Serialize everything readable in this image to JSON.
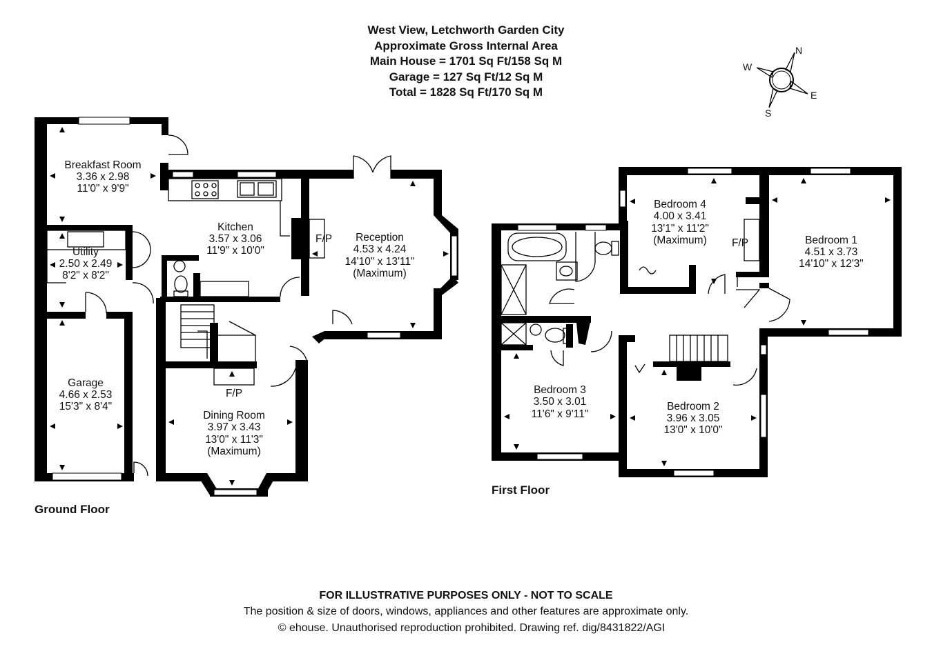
{
  "header": {
    "title": "West View, Letchworth Garden City",
    "subtitle": "Approximate Gross Internal Area",
    "main_house": "Main House = 1701 Sq Ft/158 Sq M",
    "garage": "Garage = 127 Sq Ft/12 Sq M",
    "total": "Total = 1828 Sq Ft/170 Sq M"
  },
  "compass": {
    "n": "N",
    "e": "E",
    "s": "S",
    "w": "W"
  },
  "ground_floor": {
    "label": "Ground Floor",
    "breakfast": {
      "name": "Breakfast Room",
      "metric": "3.36 x 2.98",
      "imperial": "11'0\" x 9'9\""
    },
    "utility": {
      "name": "Utility",
      "metric": "2.50 x 2.49",
      "imperial": "8'2\" x 8'2\""
    },
    "garage": {
      "name": "Garage",
      "metric": "4.66 x 2.53",
      "imperial": "15'3\" x 8'4\""
    },
    "kitchen": {
      "name": "Kitchen",
      "metric": "3.57 x 3.06",
      "imperial": "11'9\" x 10'0\""
    },
    "reception": {
      "name": "Reception",
      "metric": "4.53 x 4.24",
      "imperial": "14'10\" x 13'11\"",
      "note": "(Maximum)"
    },
    "dining": {
      "name": "Dining Room",
      "metric": "3.97 x 3.43",
      "imperial": "13'0\" x 11'3\"",
      "note": "(Maximum)"
    },
    "fp_reception": "F/P",
    "fp_dining": "F/P"
  },
  "first_floor": {
    "label": "First Floor",
    "bed4": {
      "name": "Bedroom 4",
      "metric": "4.00 x 3.41",
      "imperial": "13'1\" x 11'2\"",
      "note": "(Maximum)"
    },
    "bed1": {
      "name": "Bedroom 1",
      "metric": "4.51 x 3.73",
      "imperial": "14'10\" x 12'3\""
    },
    "bed3": {
      "name": "Bedroom 3",
      "metric": "3.50 x 3.01",
      "imperial": "11'6\" x 9'11\""
    },
    "bed2": {
      "name": "Bedroom 2",
      "metric": "3.96 x 3.05",
      "imperial": "13'0\" x 10'0\""
    },
    "fp_bed1": "F/P"
  },
  "footer": {
    "disclaimer": "FOR ILLUSTRATIVE PURPOSES ONLY - NOT TO SCALE",
    "line2": "The position & size of doors, windows, appliances and other features are approximate only.",
    "line3": "© ehouse. Unauthorised reproduction prohibited. Drawing ref. dig/8431822/AGI"
  }
}
